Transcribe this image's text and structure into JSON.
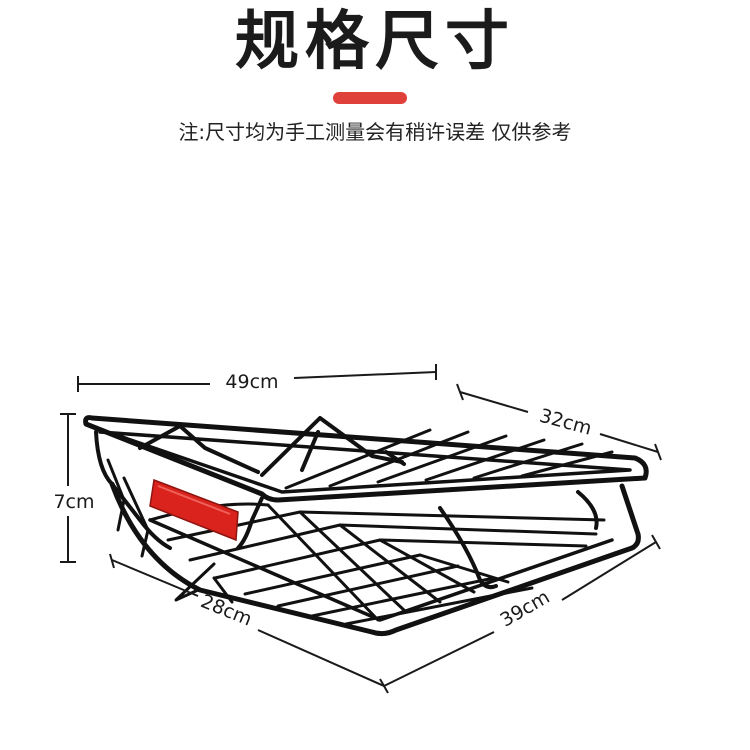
{
  "header": {
    "title": "规格尺寸",
    "accent_color": "#e0403a",
    "note": "注:尺寸均为手工测量会有稍许误差 仅供参考"
  },
  "dimensions": {
    "length_top": "49cm",
    "width_top": "32cm",
    "height": "7cm",
    "width_bottom": "28cm",
    "length_bottom": "39cm"
  },
  "colors": {
    "wire": "#111111",
    "reflector": "#d9231c",
    "dimension_line": "#1a1a1a"
  }
}
